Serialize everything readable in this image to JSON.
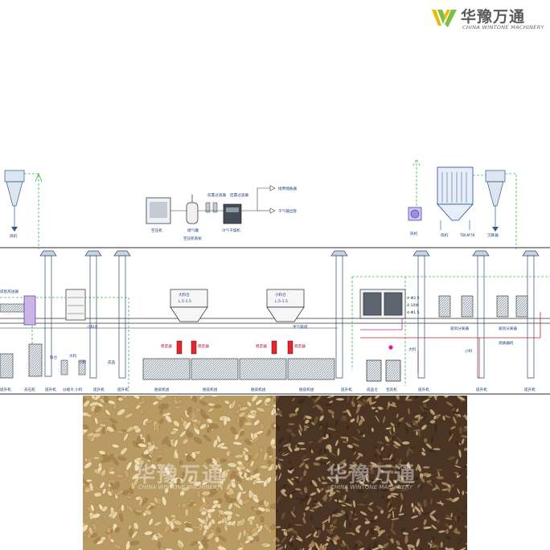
{
  "logo": {
    "name": "华豫万通",
    "subtitle": "CHINA WINTONE MACHINERY",
    "colors": {
      "green": "#7cc242",
      "yellow": "#f2b705",
      "text": "#5a5a5a"
    }
  },
  "equipment_labels": {
    "cyclone_left": "风机",
    "compressor": "空压机",
    "air_tank": "储气罐",
    "air_system": "空压机系统",
    "filter_1": "前置过滤器",
    "filter_2": "后置过滤器",
    "dryer": "冷气干燥机",
    "out_1": "接用储备器",
    "out_2": "干气输出管",
    "fan_right": "风机",
    "dust_collector": "风机",
    "dust_collector_model": "TBLM78",
    "cyclone_right": "沉降器",
    "conveyor_left": "斜刮风送器",
    "bin_small_left": "小料仓",
    "bin_large": "大料仓",
    "bin_large_spec": "L.5-1.5",
    "bin_small_center": "小料仓",
    "bin_small_center_spec": "L.5-1.5",
    "air_line": "手气管道",
    "screen_1": "4-Φ2.5",
    "screen_2": "4-10W",
    "screen_3": "4-Φ1.5",
    "separator_1": "吸风分离器",
    "separator_2": "吸风分离器",
    "separator_3": "调质器机",
    "mid_label_1": "料仓",
    "mid_label_2": "大料",
    "mid_label_3": "小料",
    "mid_label_4": "大料",
    "mid_label_5": "小料",
    "mid_label_6": "成品"
  },
  "valve_labels": [
    "稳定器",
    "稳定器",
    "稳定器",
    "稳定器"
  ],
  "bottom_labels": [
    "提升机",
    "去石机",
    "提升机",
    "分级大 小料",
    "提升机",
    "提升机",
    "脱皮机组",
    "脱皮机组",
    "脱皮机组",
    "脱皮机组",
    "提升机",
    "成品仓",
    "包装机",
    "提升机",
    "提升机",
    "提升机"
  ],
  "photos": {
    "left_watermark": "华豫万通",
    "left_watermark_sub": "CHINA WINTONE MACHINERY",
    "right_watermark": "华豫万通",
    "right_watermark_sub": "CHINA WINTONE MACHINERY"
  }
}
